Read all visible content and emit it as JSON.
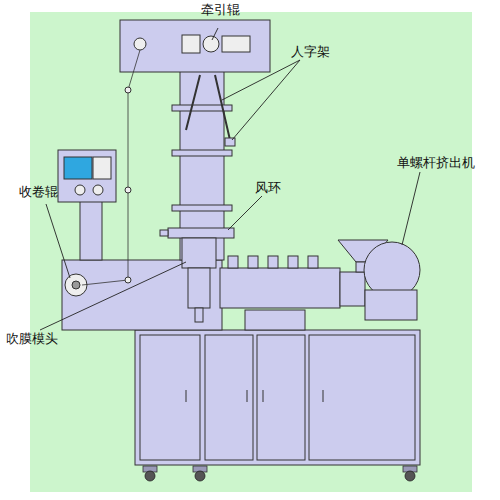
{
  "diagram": {
    "labels": [
      "牵引辊",
      "人字架",
      "风环",
      "单螺杆挤出机",
      "收卷辊",
      "吹膜模头"
    ]
  }
}
